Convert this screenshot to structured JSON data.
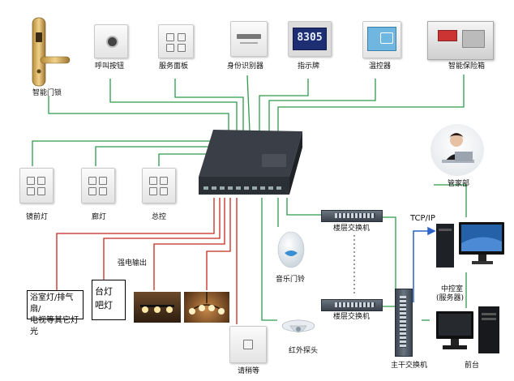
{
  "devices": {
    "smart_lock": "智能门锁",
    "call_button": "呼叫按钮",
    "service_panel": "服务面板",
    "id_reader": "身份识别器",
    "indicator": "指示牌",
    "indicator_display": "8305",
    "thermostat": "温控器",
    "safe_box": "智能保险箱",
    "mirror_light": "镜前灯",
    "corridor_light": "廊灯",
    "master_control": "总控",
    "manager": "管家部",
    "music_doorbell": "音乐门铃",
    "floor_switch_1": "楼层交换机",
    "floor_switch_2": "楼层交换机",
    "tcpip": "TCP/IP",
    "control_room": "中控室",
    "server": "(服务器)",
    "strong_power": "强电输出",
    "bath_lights_1": "浴室灯/排气扇/",
    "bath_lights_2": "电视等其它灯光",
    "desk_lamp": "台灯",
    "bar_lamp": "吧灯",
    "do_not_disturb": "请稍等",
    "ir_sensor": "红外探头",
    "main_switch": "主干交换机",
    "front_desk": "前台"
  },
  "colors": {
    "green_wire": "#2e9a4e",
    "red_wire": "#c8281f",
    "blue_wire": "#2a62c9"
  }
}
